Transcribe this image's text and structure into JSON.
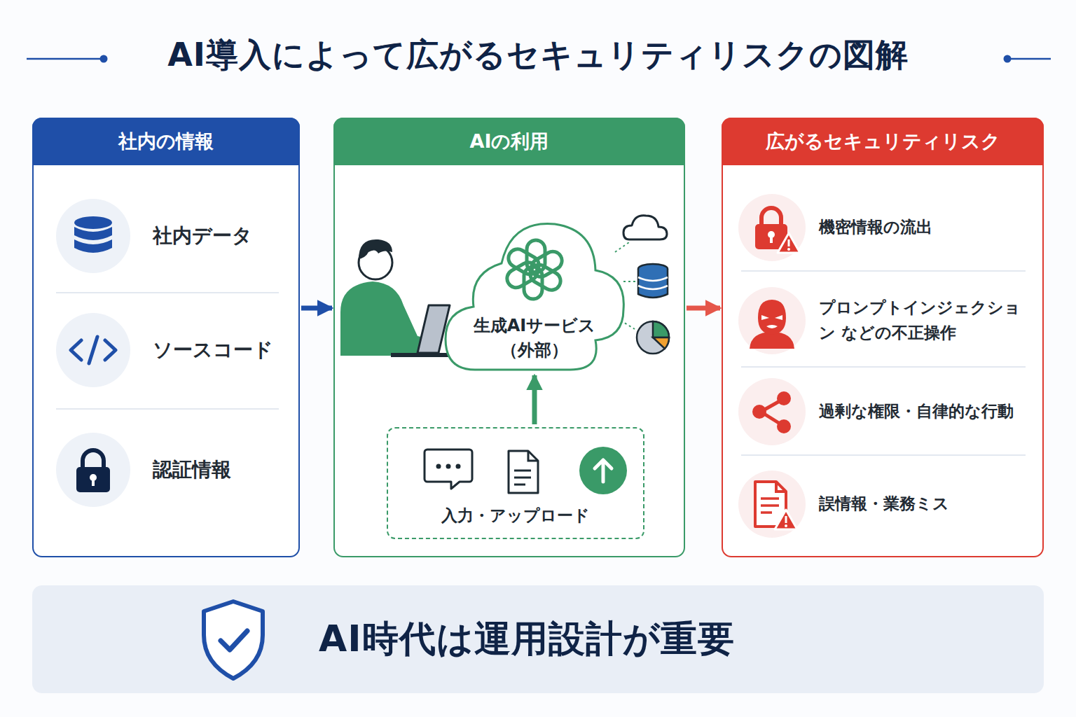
{
  "diagram": {
    "title": "AI導入によって広がるセキュリティリスクの図解",
    "nodes": [
      {
        "text": [
          "社内の情報"
        ]
      },
      {
        "text": [
          "社内データ"
        ],
        "in": 0
      },
      {
        "text": [
          "ソースコード"
        ],
        "in": 0
      },
      {
        "text": [
          "認証情報"
        ],
        "in": 0
      },
      {
        "text": [
          "AIの利用"
        ]
      },
      {
        "text": [
          "生成AIサービス （外部）"
        ],
        "in": 4
      },
      {
        "text": [
          "入力・アップロード"
        ],
        "in": 4
      },
      {
        "text": [
          "広がるセキュリティリスク"
        ]
      },
      {
        "text": [
          "機密情報の流出"
        ],
        "in": 7
      },
      {
        "text": [
          "プロンプトインジェクション などの不正操作"
        ],
        "in": 7
      },
      {
        "text": [
          "過剰な権限・自律的な行動"
        ],
        "in": 7
      },
      {
        "text": [
          "誤情報・業務ミス"
        ],
        "in": 7
      },
      {
        "text": [
          "AI時代は運用設計が重要"
        ]
      }
    ],
    "edges": [
      {
        "from": 0,
        "to": 4,
        "arrow": "to"
      },
      {
        "from": 4,
        "to": 7,
        "arrow": "to"
      },
      {
        "from": 6,
        "to": 5,
        "arrow": "to"
      }
    ]
  }
}
